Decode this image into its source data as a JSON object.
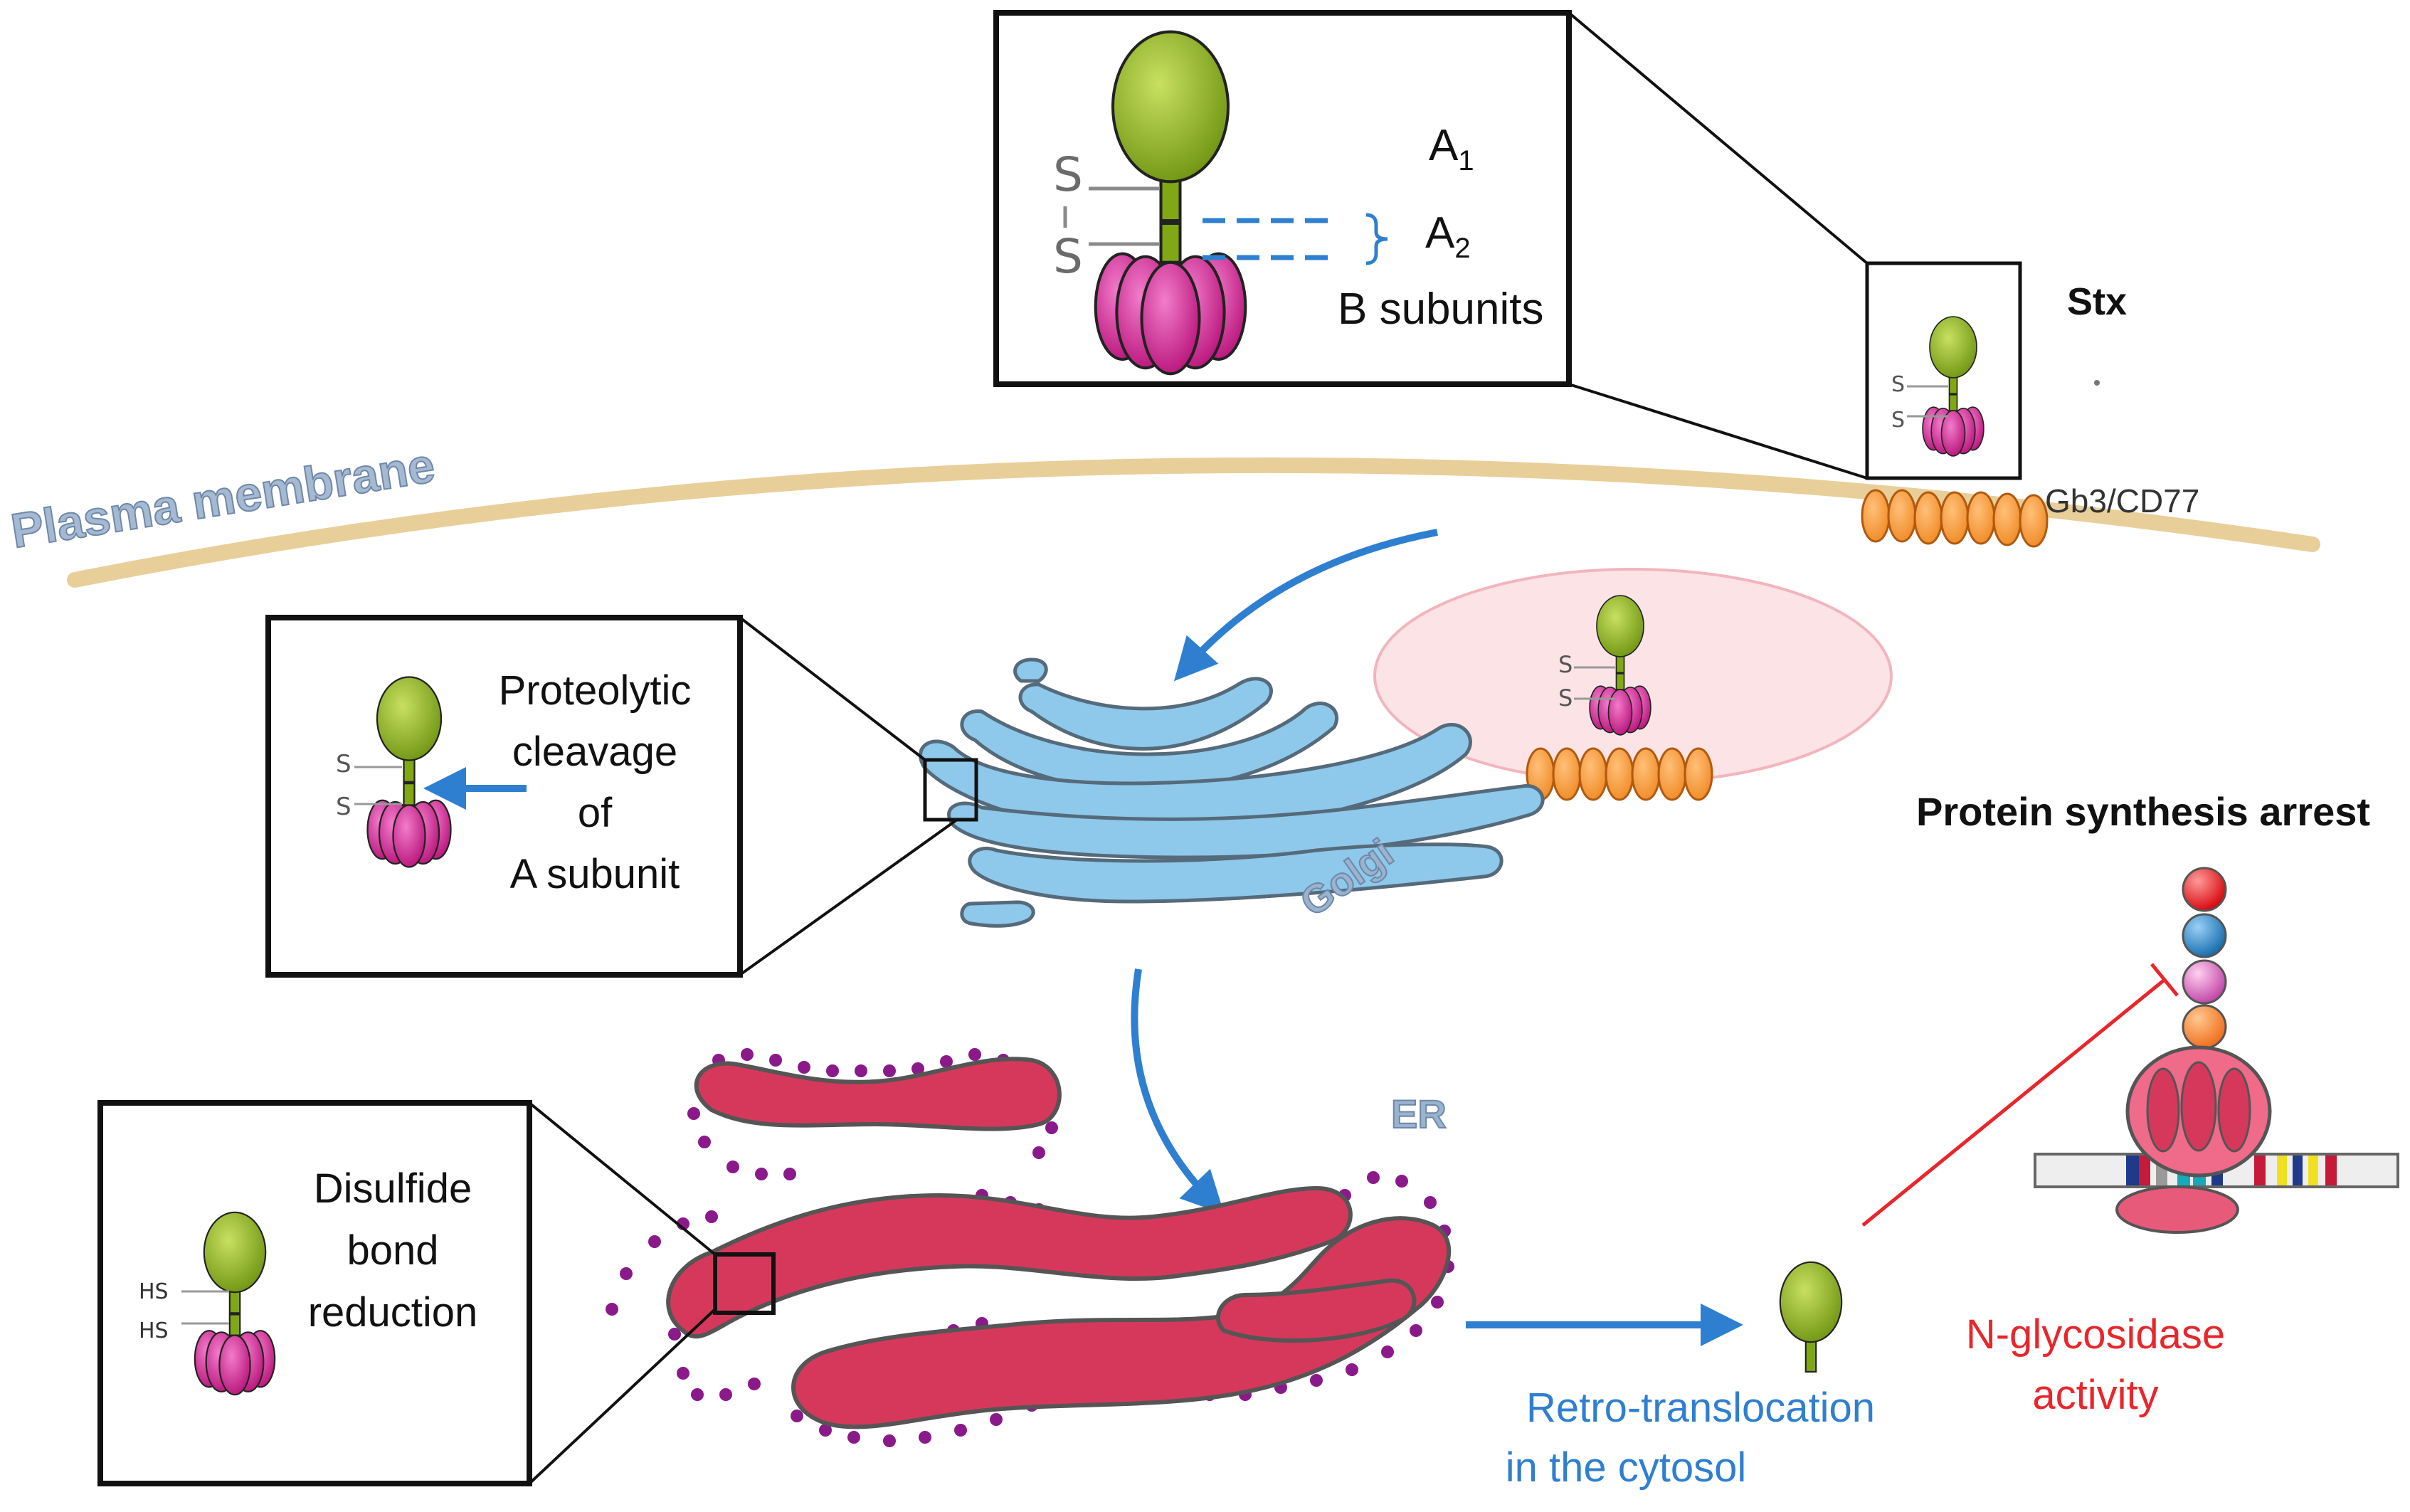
{
  "labels": {
    "a1_base": "A",
    "a1_sub": "1",
    "a2_base": "A",
    "a2_sub": "2",
    "b_subunits": "B subunits",
    "stx": "Stx",
    "gb3": "Gb3/CD77",
    "plasma_membrane": "Plasma membrane",
    "proteolytic": [
      "Proteolytic",
      "cleavage",
      "of",
      "A subunit"
    ],
    "golgi": "Golgi",
    "er": "ER",
    "disulfide": [
      "Disulfide",
      "bond",
      "reduction"
    ],
    "retro": [
      "Retro-translocation",
      "in the cytosol"
    ],
    "protein_synthesis_arrest": "Protein synthesis arrest",
    "n_glycosidase": [
      "N-glycosidase",
      "activity"
    ],
    "s_letter": "S",
    "hs_letter": "HS"
  },
  "colors": {
    "a_subunit": "#8db31a",
    "b_subunit": "#d63a9e",
    "arrow": "#2f7fd1",
    "inhibition": "#e8262b",
    "membrane": "#e8cf9a",
    "gb3": "#f59a3a",
    "golgi": "#7fbde0",
    "er": "#d6385c",
    "ribosome_bead": "#8a1a8a",
    "membrane_text": "#7f97b5"
  },
  "icons": [
    "stx-toxin-icon",
    "golgi-icon",
    "er-icon",
    "ribosome-icon",
    "gb3-receptor-icon"
  ]
}
